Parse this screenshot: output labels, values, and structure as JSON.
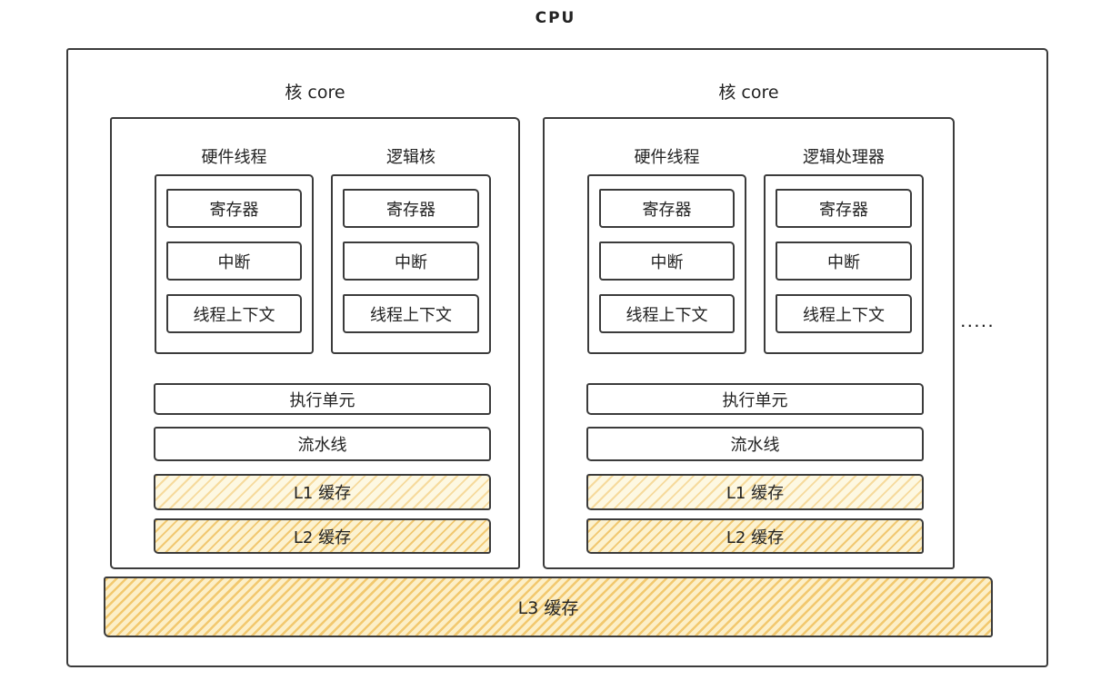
{
  "title": "CPU",
  "ellipsis": "·····",
  "l3_label": "L3 缓存",
  "cores": [
    {
      "label": "核 core",
      "columns": [
        {
          "label": "硬件线程",
          "items": [
            "寄存器",
            "中断",
            "线程上下文"
          ]
        },
        {
          "label": "逻辑核",
          "items": [
            "寄存器",
            "中断",
            "线程上下文"
          ]
        }
      ],
      "rows": {
        "execution": "执行单元",
        "pipeline": "流水线",
        "l1": "L1 缓存",
        "l2": "L2 缓存"
      }
    },
    {
      "label": "核 core",
      "columns": [
        {
          "label": "硬件线程",
          "items": [
            "寄存器",
            "中断",
            "线程上下文"
          ]
        },
        {
          "label": "逻辑处理器",
          "items": [
            "寄存器",
            "中断",
            "线程上下文"
          ]
        }
      ],
      "rows": {
        "execution": "执行单元",
        "pipeline": "流水线",
        "l1": "L1 缓存",
        "l2": "L2 缓存"
      }
    }
  ],
  "colors": {
    "line": "#3b3b3b",
    "hatch": "#f0c263",
    "l1_bg": "#fdf8e2",
    "l2_bg": "#fcf2d0",
    "l3_bg": "#fcefc8"
  }
}
